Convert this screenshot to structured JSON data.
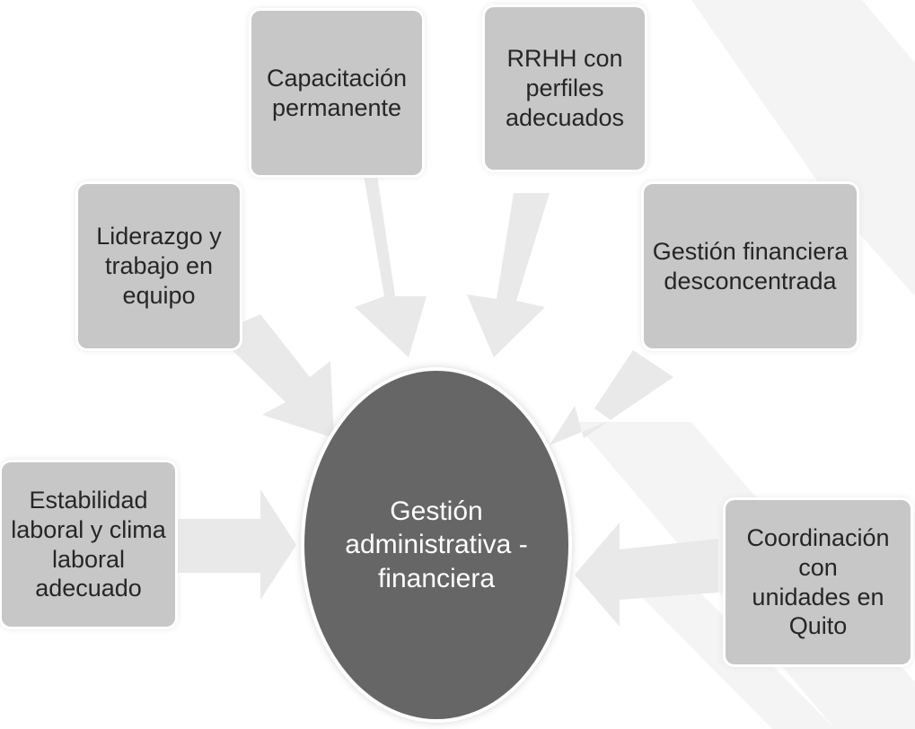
{
  "colors": {
    "box_fill": "#c7c7c7",
    "circle_fill": "#666666",
    "arrow_fill": "#e9e9e9",
    "watermark": "#f4f4f4"
  },
  "center": {
    "label": "Gestión\nadministrativa -\nfinanciera"
  },
  "factors": [
    {
      "id": "capacitacion",
      "label": "Capacitación\npermanente"
    },
    {
      "id": "rrhh",
      "label": "RRHH con\nperfiles\nadecuados"
    },
    {
      "id": "liderazgo",
      "label": "Liderazgo y\ntrabajo en\nequipo"
    },
    {
      "id": "gestion-financiera",
      "label": "Gestión financiera\ndesconcentrada"
    },
    {
      "id": "estabilidad",
      "label": "Estabilidad\nlaboral y clima\nlaboral\nadecuado"
    },
    {
      "id": "coordinacion",
      "label": "Coordinación con\nunidades en\nQuito"
    }
  ]
}
